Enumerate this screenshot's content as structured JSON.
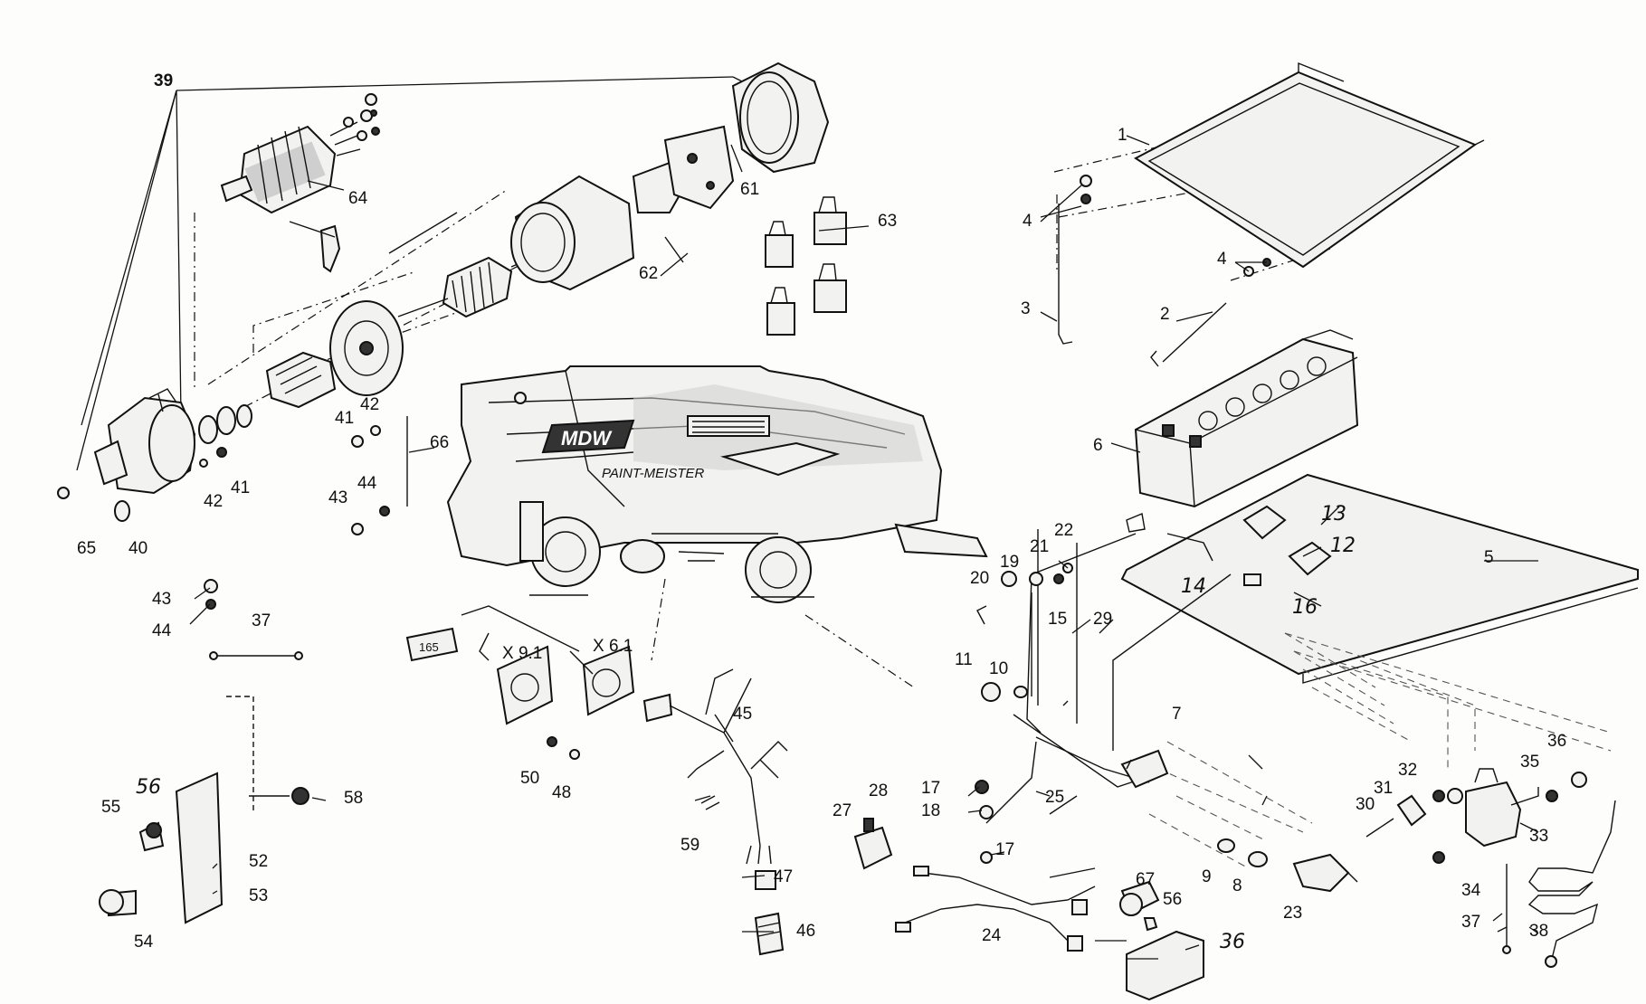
{
  "diagram": {
    "machine_badge_text": "MDW",
    "machine_name_text": "PAINT-MEISTER",
    "connector_labels": {
      "x91": "X 9.1",
      "x61": "X 6.1",
      "tag165": "165"
    },
    "callouts": {
      "c1": "1",
      "c2": "2",
      "c3": "3",
      "c4a": "4",
      "c4b": "4",
      "c5": "5",
      "c6": "6",
      "c7": "7",
      "c8": "8",
      "c9": "9",
      "c10": "10",
      "c11": "11",
      "c12": "12",
      "c13": "13",
      "c14": "14",
      "c15": "15",
      "c16": "16",
      "c17a": "17",
      "c17b": "17",
      "c18": "18",
      "c19": "19",
      "c20": "20",
      "c21": "21",
      "c22": "22",
      "c23": "23",
      "c24": "24",
      "c25": "25",
      "c27": "27",
      "c28": "28",
      "c29": "29",
      "c30": "30",
      "c31": "31",
      "c32": "32",
      "c33": "33",
      "c34": "34",
      "c35": "35",
      "c36a": "36",
      "c36b": "36",
      "c37a": "37",
      "c37b": "37",
      "c38": "38",
      "c39": "39",
      "c40": "40",
      "c41a": "41",
      "c41b": "41",
      "c42a": "42",
      "c42b": "42",
      "c43a": "43",
      "c43b": "43",
      "c44a": "44",
      "c44b": "44",
      "c45": "45",
      "c46": "46",
      "c47": "47",
      "c48": "48",
      "c50": "50",
      "c52": "52",
      "c53": "53",
      "c54": "54",
      "c55": "55",
      "c56a": "56",
      "c56b": "56",
      "c58": "58",
      "c59": "59",
      "c61": "61",
      "c62": "62",
      "c63": "63",
      "c64": "64",
      "c65": "65",
      "c66": "66",
      "c67": "67"
    }
  }
}
